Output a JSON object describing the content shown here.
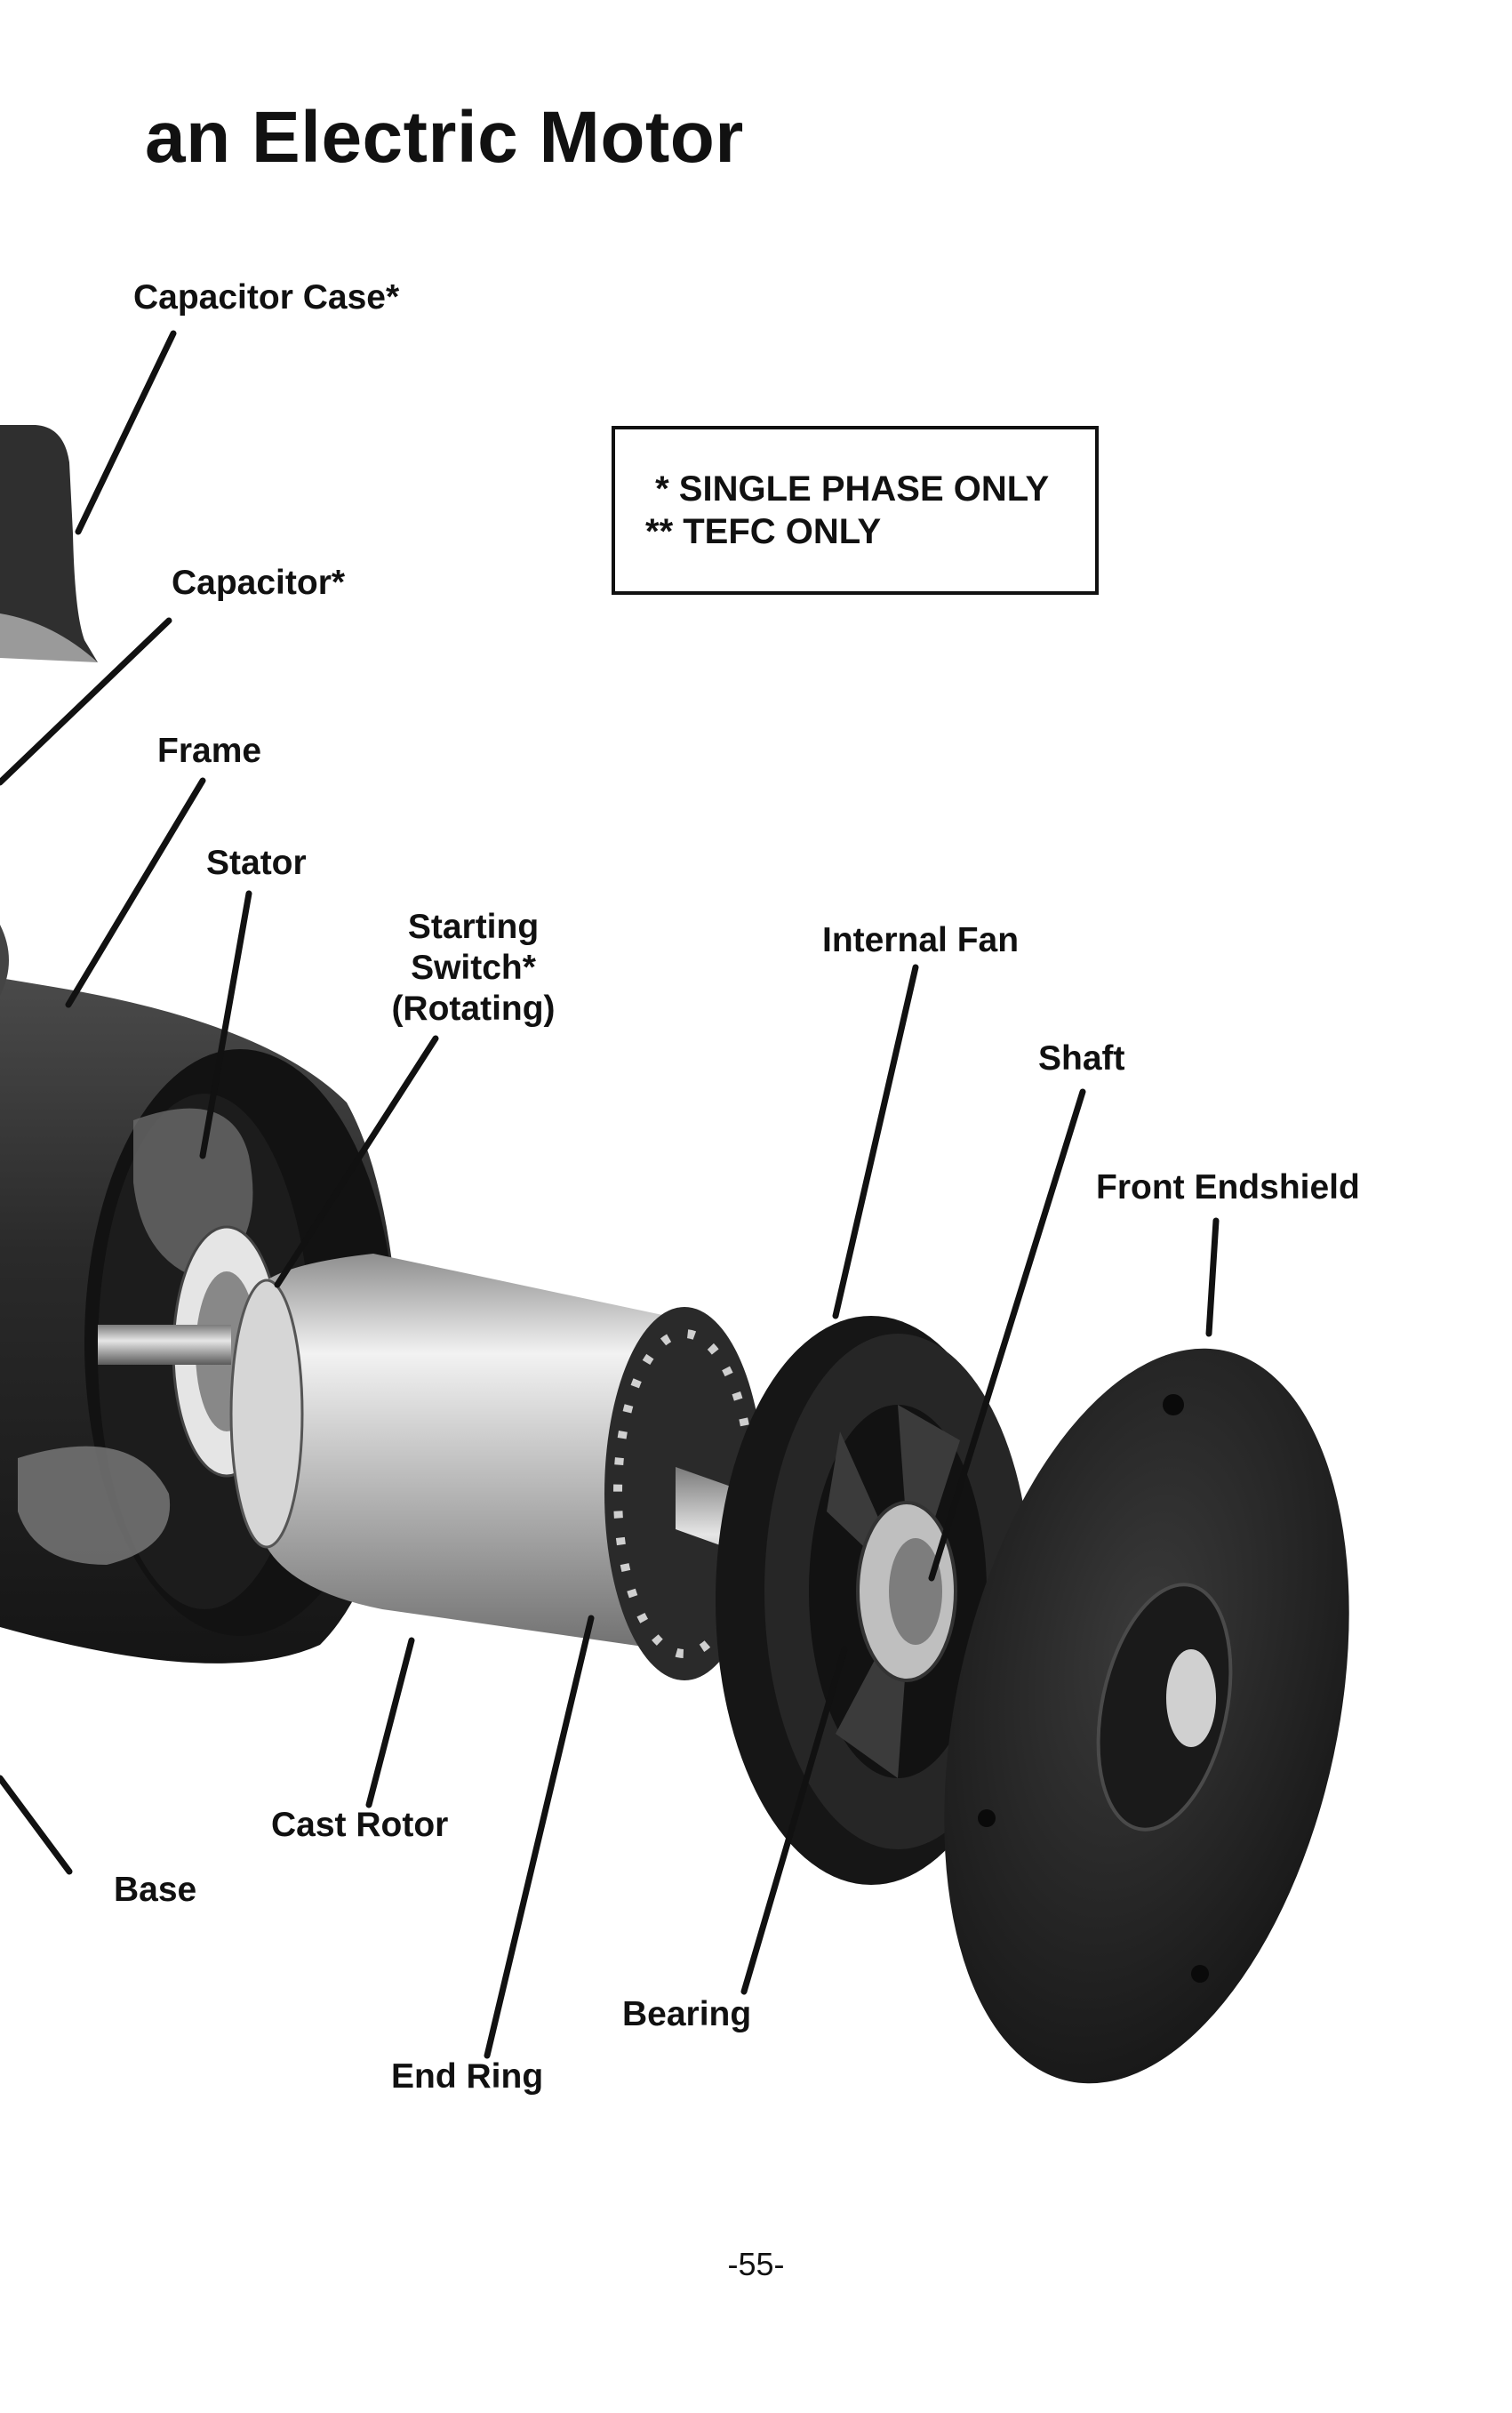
{
  "page": {
    "title": "an Electric Motor",
    "page_number": "-55-"
  },
  "note": {
    "line1": " * SINGLE PHASE ONLY",
    "line2": "** TEFC ONLY"
  },
  "labels": {
    "capacitor_case": "Capacitor Case*",
    "capacitor": "Capacitor*",
    "frame": "Frame",
    "stator": "Stator",
    "starting_switch_1": "Starting",
    "starting_switch_2": "Switch*",
    "starting_switch_3": "(Rotating)",
    "internal_fan": "Internal Fan",
    "shaft": "Shaft",
    "front_endshield": "Front Endshield",
    "cast_rotor": "Cast Rotor",
    "base": "Base",
    "bearing": "Bearing",
    "end_ring": "End Ring"
  },
  "colors": {
    "ink": "#111111",
    "frame_dark": "#2b2b2b",
    "rotor_silver": "#c9c9c9",
    "endshield": "#1f1f1f"
  }
}
